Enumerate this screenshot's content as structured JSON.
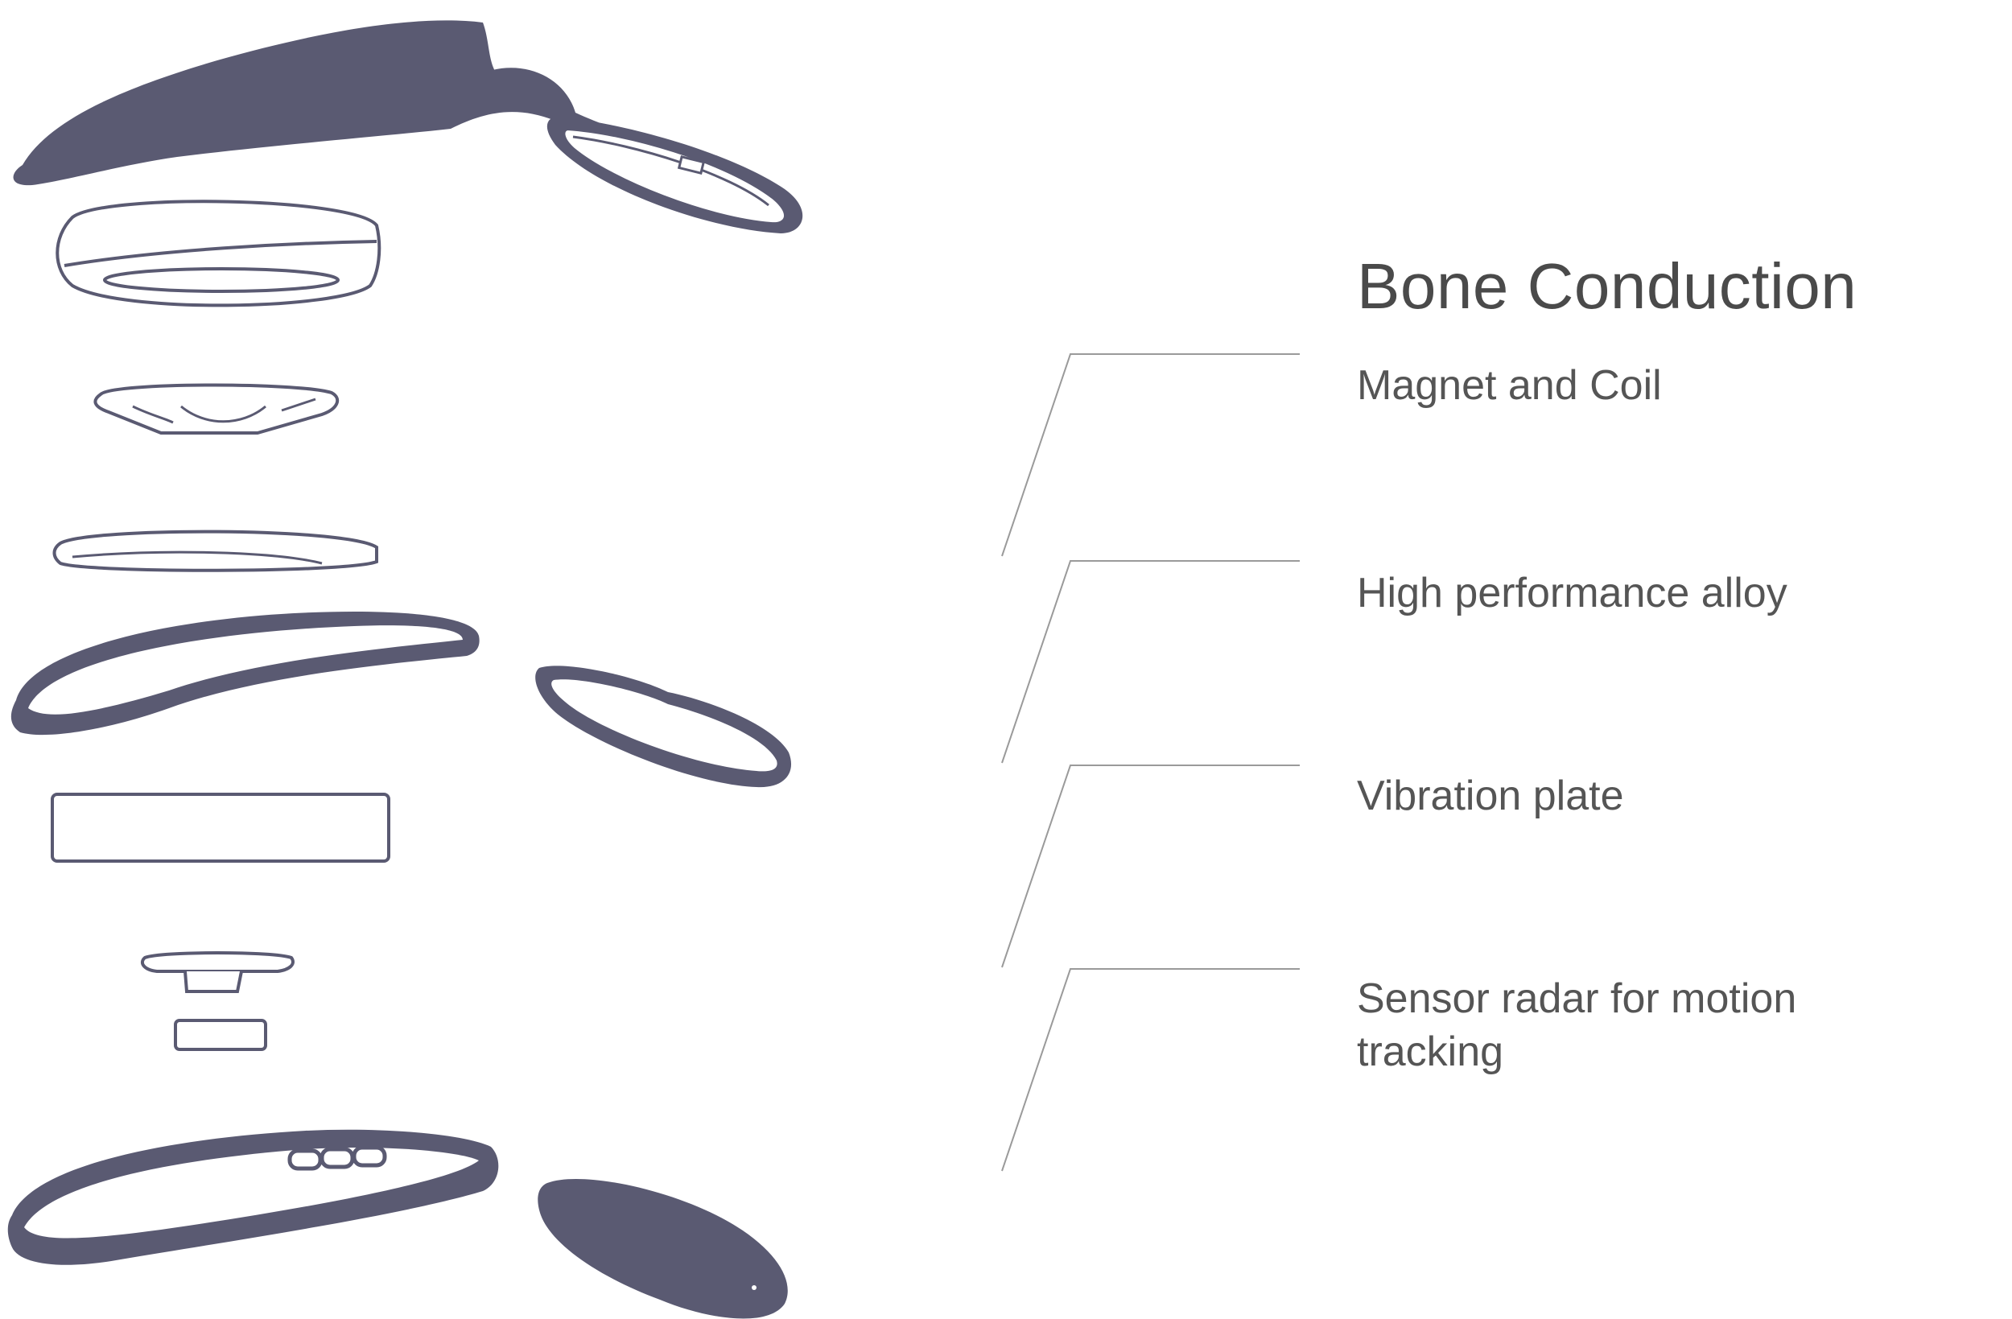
{
  "diagram": {
    "title": "Bone Conduction",
    "labels": [
      "Magnet and Coil",
      "High performance alloy",
      "Vibration plate",
      "Sensor radar for motion tracking"
    ]
  },
  "colors": {
    "part_fill": "#5a5a72",
    "outline": "#5a5a72",
    "leader_line": "#9a9a9a",
    "title_text": "#4a4a4a",
    "label_text": "#555555"
  }
}
